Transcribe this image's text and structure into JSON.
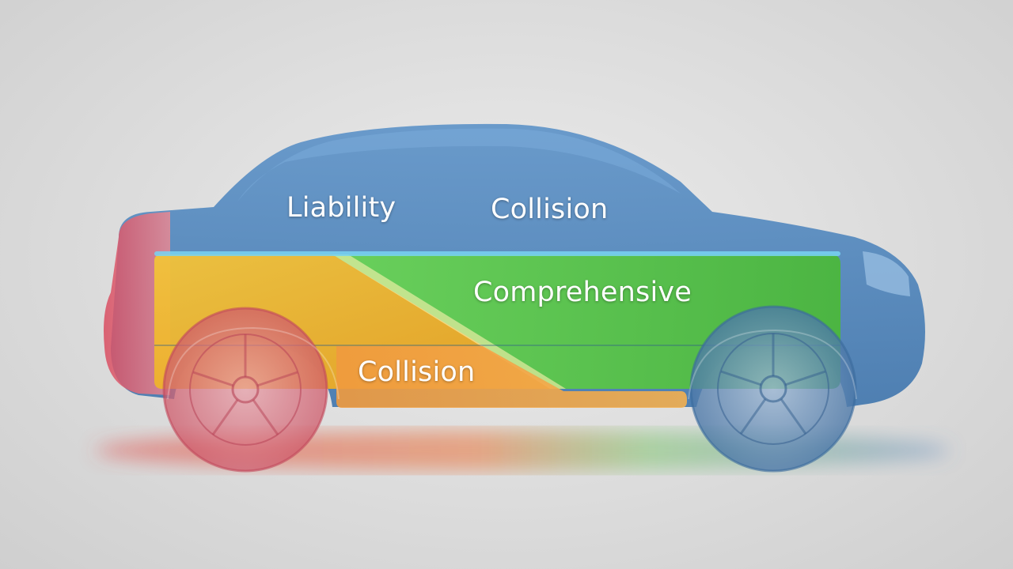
{
  "labels": {
    "liability": "Liability",
    "collision_top": "Collision",
    "comprehensive": "Comprehensive",
    "collision_bottom": "Collision"
  },
  "colors": {
    "background": "#dcdcdc",
    "body_blue": "#4f86bd",
    "band_yellow": "#f0b52a",
    "band_green": "#5cc64a",
    "band_orange": "#ef9a4a",
    "rear_red": "#e05a6a",
    "wheel_red": "#d86a78",
    "wheel_blue": "#5f86b3"
  }
}
